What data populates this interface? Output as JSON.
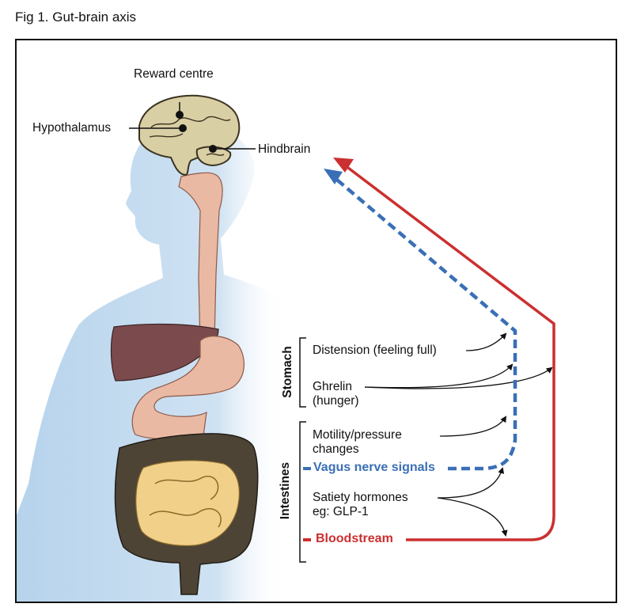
{
  "figure": {
    "title": "Fig 1. Gut-brain axis"
  },
  "brain_labels": {
    "reward": "Reward centre",
    "hypothalamus": "Hypothalamus",
    "hindbrain": "Hindbrain"
  },
  "groups": {
    "stomach": "Stomach",
    "intestines": "Intestines"
  },
  "signals": {
    "distension": "Distension (feeling full)",
    "ghrelin_1": "Ghrelin",
    "ghrelin_2": "(hunger)",
    "motility_1": "Motility/pressure",
    "motility_2": "changes",
    "satiety_1": "Satiety hormones",
    "satiety_2": "eg: GLP-1"
  },
  "pathways": {
    "vagus": "Vagus nerve signals",
    "bloodstream": "Bloodstream",
    "vagus_color": "#3a6fb6",
    "bloodstream_color": "#cc2f2f"
  },
  "colors": {
    "body": "#c5dcef",
    "brain": "#d9cfa4",
    "esophagus": "#eab9a4",
    "liver": "#7a4a4c",
    "colon": "#4d4436",
    "small_intestine": "#f1d08a"
  }
}
